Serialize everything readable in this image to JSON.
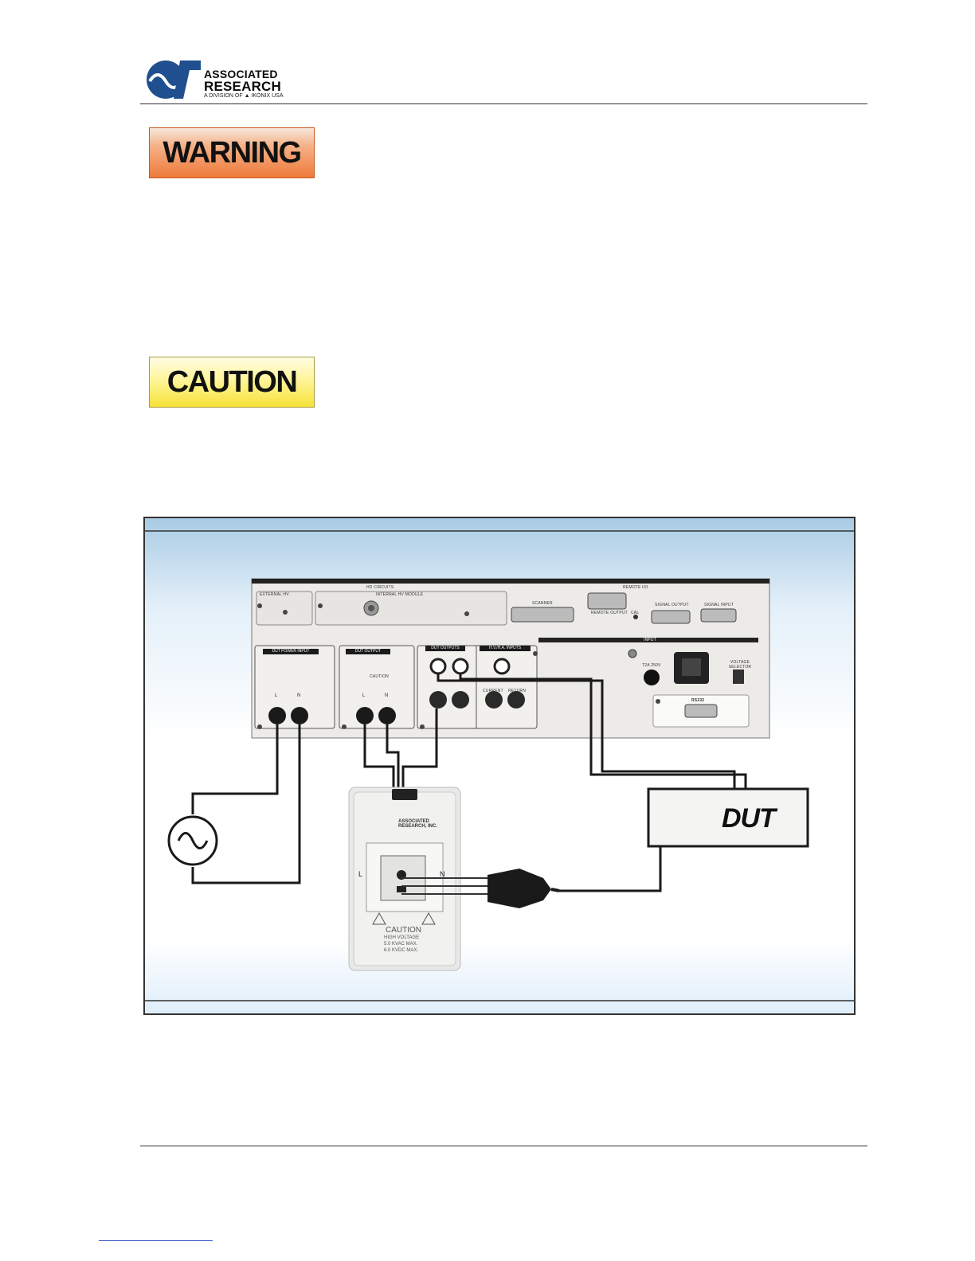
{
  "header": {
    "logo_line1": "ASSOCIATED",
    "logo_line2": "RESEARCH",
    "logo_sub": "A DIVISION OF ▲ IKONIX USA"
  },
  "notices": {
    "warning": "WARNING",
    "caution": "CAUTION"
  },
  "figure": {
    "rear_panel": {
      "hv_circuits": "HD CIRCUITS",
      "external_hv": "EXTERNAL HV",
      "internal_hv_module": "INTERNAL HV MODULE",
      "remote_io": "REMOTE I/O",
      "scanner": "SCANNER",
      "remote_output": "REMOTE OUTPUT",
      "cal": "CAL",
      "signal_output": "SIGNAL OUTPUT",
      "signal_input": "SIGNAL INPUT",
      "input": "INPUT",
      "dut_power_input": "DUT POWER INPUT",
      "dut_output": "DUT OUTPUT",
      "dut_outputs": "DUT OUTPUTS",
      "hv_ha_inputs": "H.V./H.A. INPUTS",
      "fuse": "T2A 250V",
      "voltage_selector": "VOLTAGE SELECTOR",
      "rs232": "RS232",
      "l": "L",
      "n": "N",
      "caution_small": "CAUTION",
      "current": "CURRENT",
      "return": "RETURN"
    },
    "adapter": {
      "logo": "ASSOCIATED RESEARCH, INC.",
      "l": "L",
      "n": "N",
      "caution": "CAUTION",
      "line1": "HIGH VOLTAGE",
      "line2": "5.0 KVAC MAX.",
      "line3": "6.0 KVDC MAX."
    },
    "dut_label": "DUT"
  }
}
